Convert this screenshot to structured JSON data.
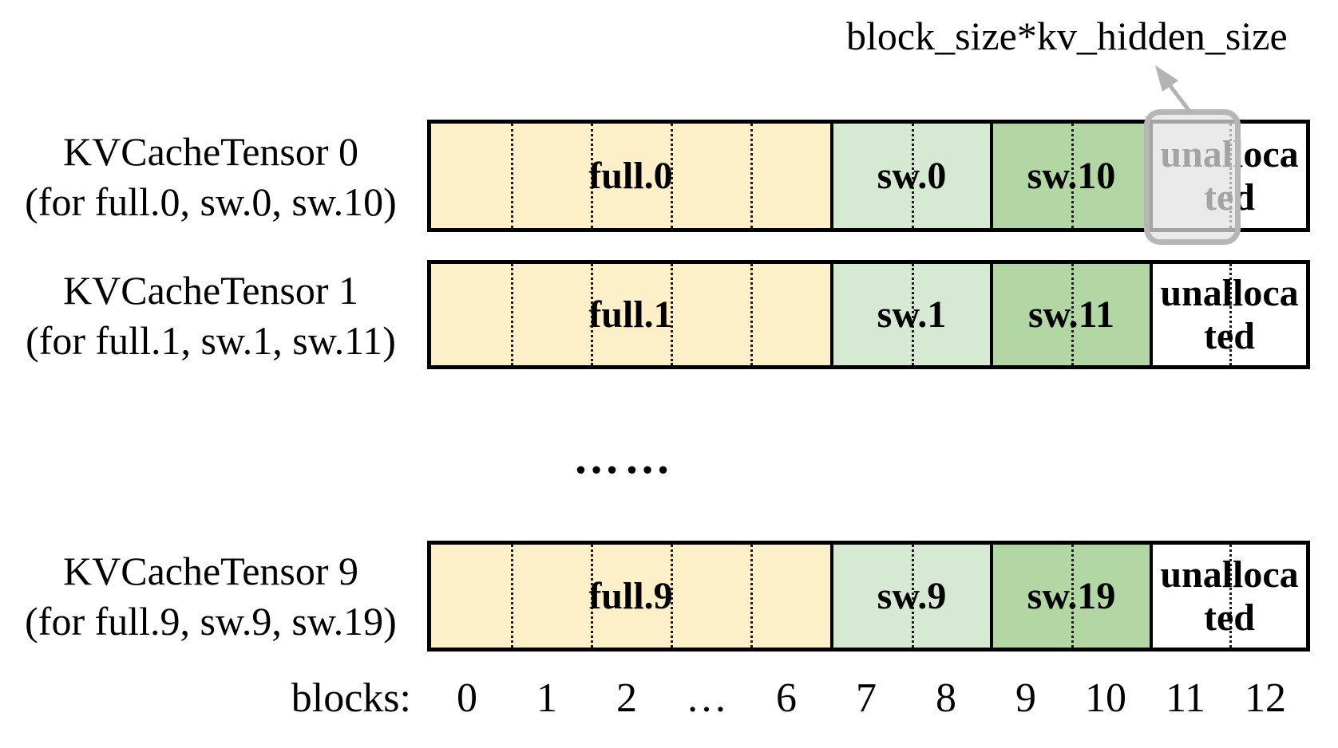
{
  "annotation": {
    "label": "block_size*kv_hidden_size"
  },
  "ellipsis": {
    "label": "……"
  },
  "axis": {
    "label": "blocks:",
    "ticks": [
      "0",
      "1",
      "2",
      "…",
      "6",
      "7",
      "8",
      "9",
      "10",
      "11",
      "12"
    ]
  },
  "tensors": [
    {
      "title": "KVCacheTensor 0",
      "subtitle": "(for full.0, sw.0, sw.10)",
      "segments": [
        {
          "label": "full.0"
        },
        {
          "label": "sw.0"
        },
        {
          "label": "sw.10"
        },
        {
          "label": "unallocated"
        }
      ]
    },
    {
      "title": "KVCacheTensor 1",
      "subtitle": "(for full.1, sw.1, sw.11)",
      "segments": [
        {
          "label": "full.1"
        },
        {
          "label": "sw.1"
        },
        {
          "label": "sw.11"
        },
        {
          "label": "unallocated"
        }
      ]
    },
    {
      "title": "KVCacheTensor 9",
      "subtitle": "(for full.9, sw.9, sw.19)",
      "segments": [
        {
          "label": "full.9"
        },
        {
          "label": "sw.9"
        },
        {
          "label": "sw.19"
        },
        {
          "label": "unallocated"
        }
      ]
    }
  ],
  "colors": {
    "full_fill": "#fdf0c8",
    "sw_light_fill": "#d6e9d2",
    "sw_dark_fill": "#b2d6a4",
    "unallocated_fill": "#ffffff",
    "border": "#000000",
    "highlight_gray": "#b6b6b6"
  }
}
